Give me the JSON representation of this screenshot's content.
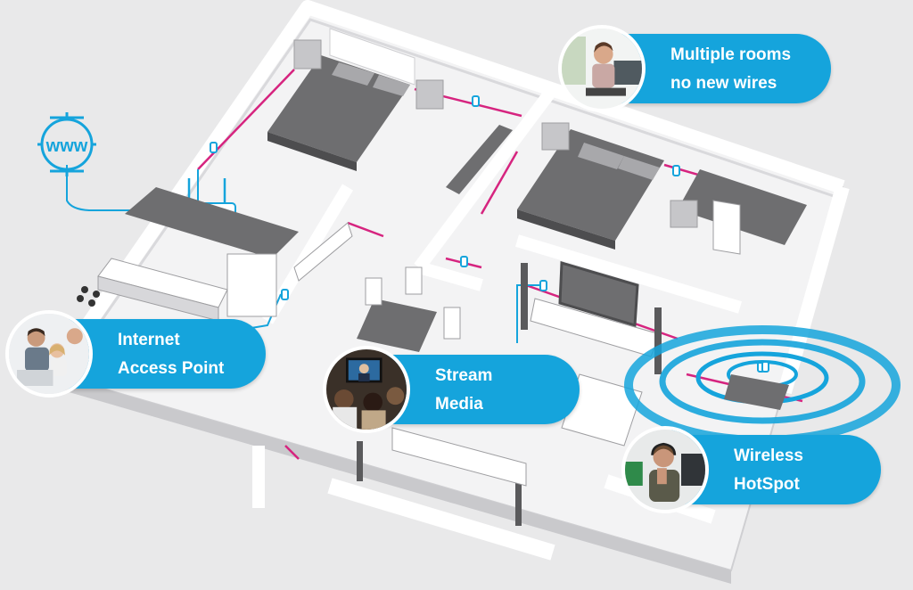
{
  "www_label": "www",
  "callouts": {
    "multiple_rooms": {
      "line1": "Multiple rooms",
      "line2": "no new wires"
    },
    "internet_access": {
      "line1": "Internet",
      "line2": "Access Point"
    },
    "stream_media": {
      "line1": "Stream",
      "line2": "Media"
    },
    "wireless_hotspot": {
      "line1": "Wireless",
      "line2": "HotSpot"
    }
  },
  "colors": {
    "accent_blue": "#15a4dc",
    "wiring_pink": "#d6247f",
    "wall": "#ffffff",
    "floor": "#f2f2f3",
    "furniture": "#6e6e70"
  }
}
